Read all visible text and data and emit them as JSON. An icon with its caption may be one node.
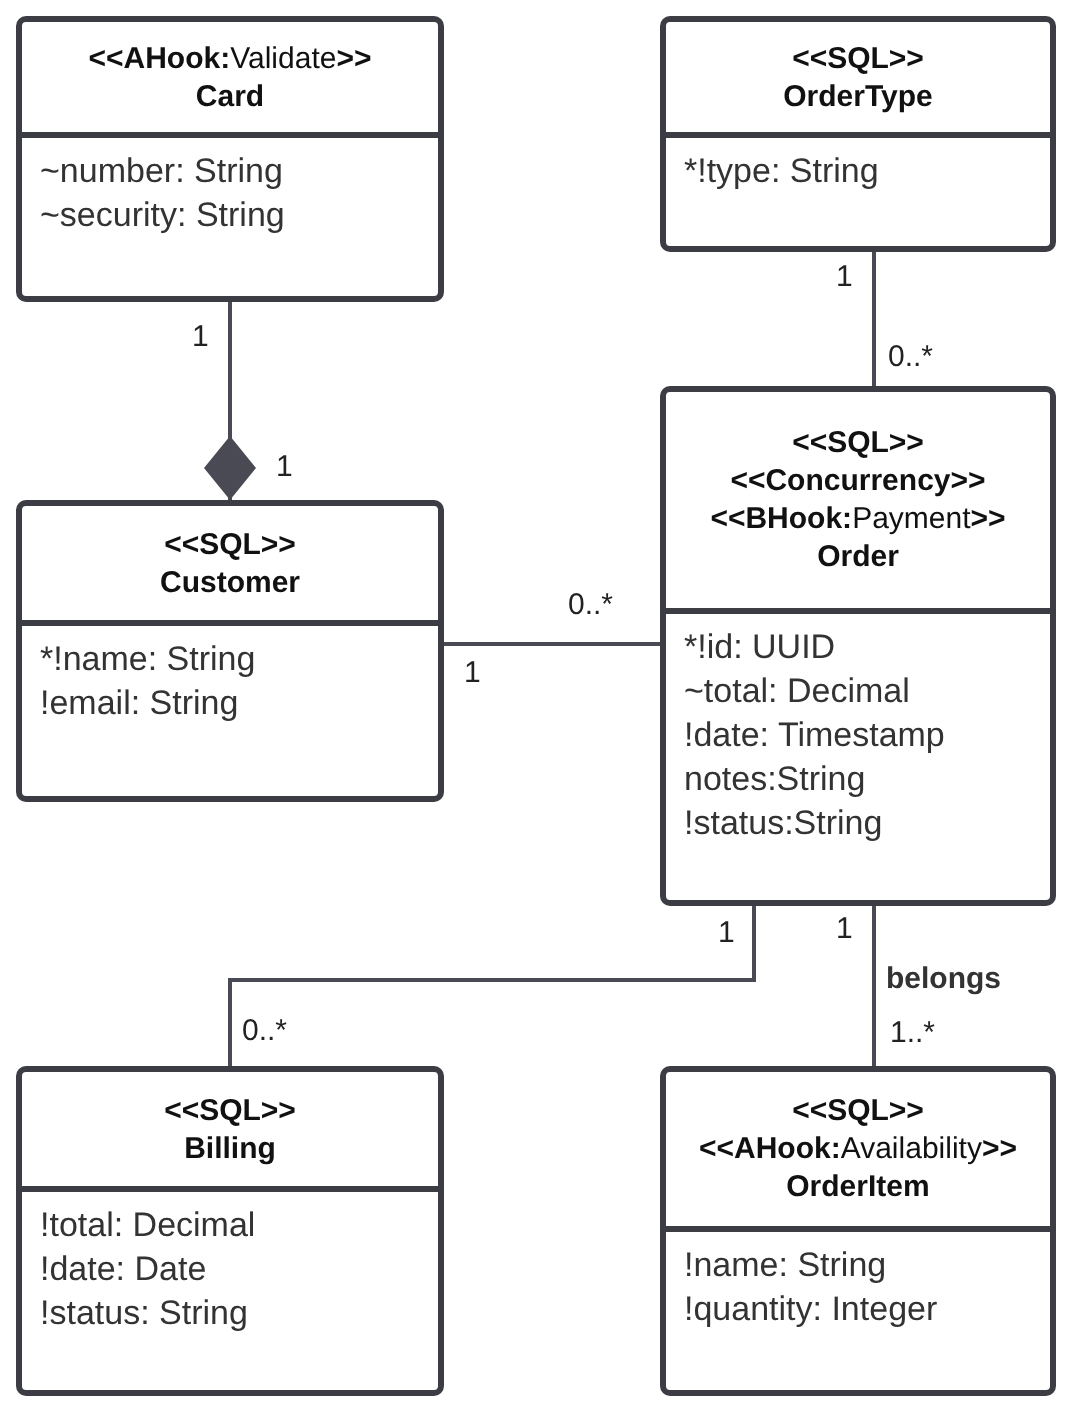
{
  "diagram": {
    "nodes": [
      {
        "text": [
          "**<<AHook:**Validate**>>**",
          "Card",
          "~number: String",
          "~security: String"
        ]
      },
      {
        "text": [
          "<<SQL>>",
          "OrderType",
          "*!type: String"
        ]
      },
      {
        "text": [
          "<<SQL>>",
          "Customer",
          "*!name: String",
          "!email: String"
        ]
      },
      {
        "text": [
          "<<SQL>>",
          "<<Concurrency>>",
          "**<<BHook:**Payment**>>**",
          "Order",
          "*!id: UUID",
          "~total: Decimal",
          "!date: Timestamp",
          "notes:String",
          "!status:String"
        ]
      },
      {
        "text": [
          "<<SQL>>",
          "Billing",
          "!total: Decimal",
          "!date: Date",
          "!status: String"
        ]
      },
      {
        "text": [
          "<<SQL>>",
          "**<<AHook:**Availability**>>**",
          "OrderItem",
          "!name: String",
          "!quantity: Integer"
        ]
      }
    ],
    "edges": [
      {
        "from": 0,
        "to": 2,
        "arrow": "other"
      },
      {
        "from": 1,
        "to": 3,
        "arrow": "none"
      },
      {
        "from": 2,
        "to": 3,
        "arrow": "none"
      },
      {
        "from": 3,
        "to": 4,
        "arrow": "none"
      },
      {
        "from": 3,
        "to": 5,
        "arrow": "none",
        "label": "belongs"
      }
    ],
    "labels": [
      "1",
      "1",
      "1",
      "0..*",
      "0..*",
      "1",
      "1",
      "1",
      "0..*",
      "1..*"
    ]
  }
}
